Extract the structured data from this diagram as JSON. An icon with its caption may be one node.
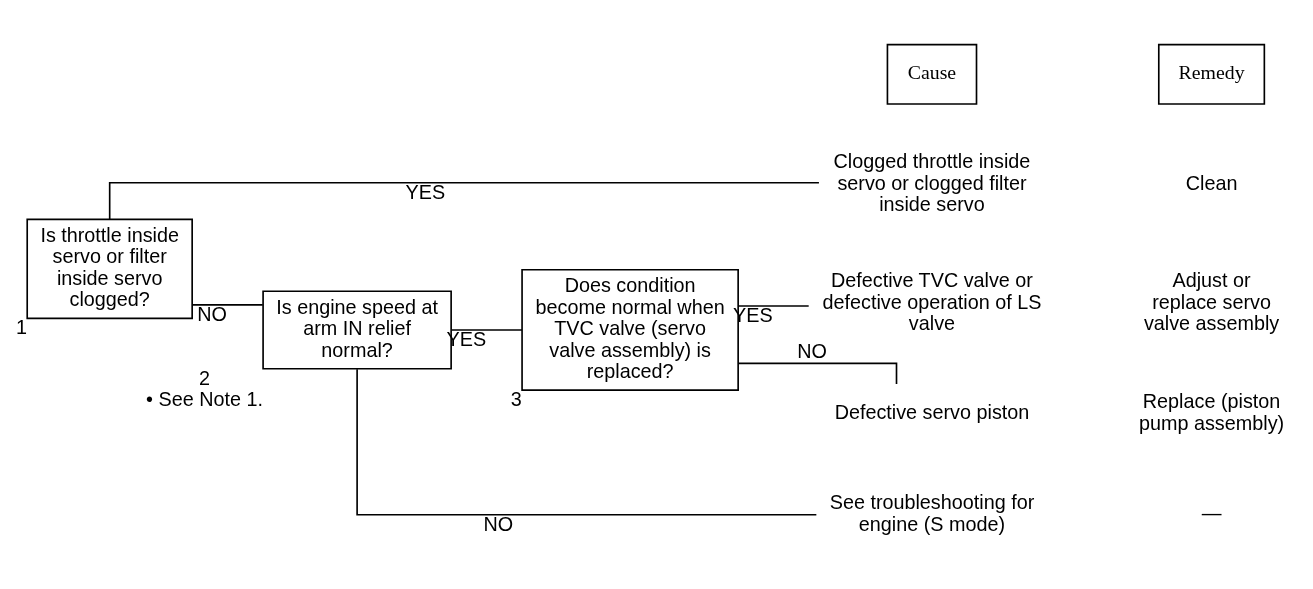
{
  "diagram": {
    "nodes": [
      {
        "text": [
          "Is throttle inside servo or filter inside servo clogged?"
        ],
        "beside": [
          "1"
        ]
      },
      {
        "text": [
          "Is engine speed at arm IN relief normal?"
        ],
        "beside": [
          "2",
          "• See Note 1."
        ]
      },
      {
        "text": [
          "Does condition become normal when TVC valve (servo valve assembly) is replaced?"
        ],
        "beside": [
          "3"
        ]
      },
      {
        "text": [
          "Clogged throttle inside servo or clogged filter inside servo"
        ]
      },
      {
        "text": [
          "Defective TVC valve or defective operation of LS valve"
        ]
      },
      {
        "text": [
          "Defective servo piston"
        ]
      },
      {
        "text": [
          "See troubleshooting for engine (S mode)"
        ]
      }
    ],
    "edges": [
      {
        "from": 0,
        "to": 3,
        "arrow": "none",
        "label": "YES"
      },
      {
        "from": 0,
        "to": 1,
        "arrow": "none",
        "label": "NO"
      },
      {
        "from": 1,
        "to": 2,
        "arrow": "none",
        "label": "YES"
      },
      {
        "from": 1,
        "to": 6,
        "arrow": "none",
        "label": "NO"
      },
      {
        "from": 2,
        "to": 4,
        "arrow": "none",
        "label": "YES"
      },
      {
        "from": 2,
        "to": 5,
        "arrow": "none",
        "label": "NO"
      }
    ],
    "labels": [
      "Cause",
      "Remedy",
      "Clean",
      "Adjust or replace servo valve assembly",
      "Replace (piston pump assembly)",
      "—"
    ]
  }
}
